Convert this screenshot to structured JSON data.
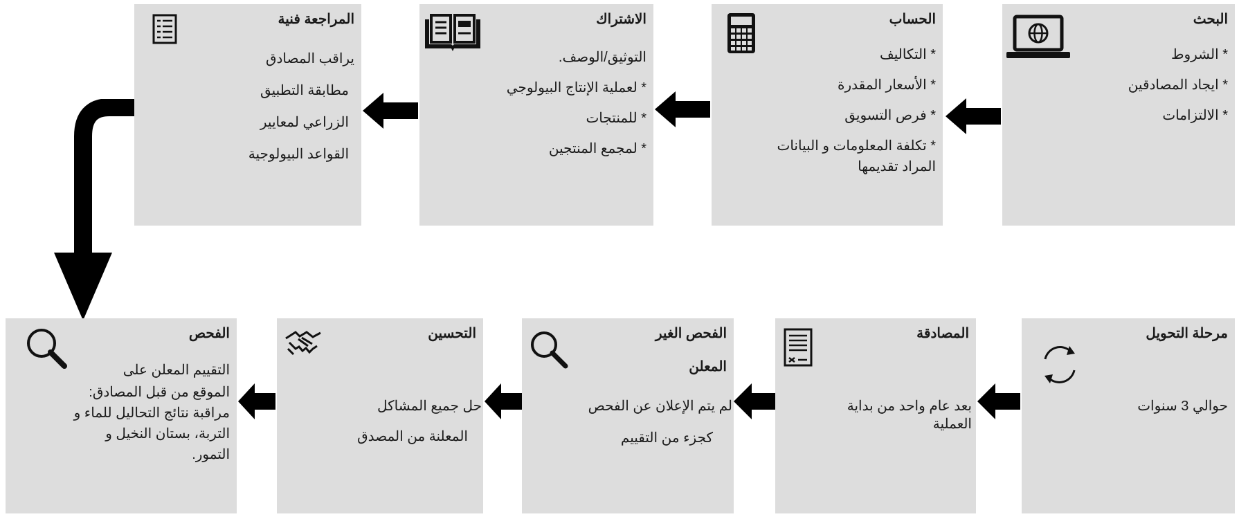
{
  "steps": {
    "search": {
      "title": "البحث",
      "lines": [
        "* الشروط",
        "* ايجاد المصادقين",
        "* الالتزامات"
      ],
      "icon": "laptop-globe-icon"
    },
    "calculation": {
      "title": "الحساب",
      "lines": [
        "* التكاليف",
        "* الأسعار المقدرة",
        "* فرص التسويق",
        "* تكلفة المعلومات و البيانات",
        "المراد تقديمها"
      ],
      "icon": "calculator-icon"
    },
    "subscription": {
      "title": "الاشتراك",
      "lines": [
        "التوثيق/الوصف.",
        "* لعملية الإنتاج البيولوجي",
        "* للمنتجات",
        "* لمجمع المنتجين"
      ],
      "icon": "open-book-icon"
    },
    "technical_review": {
      "title": "المراجعة فنية",
      "lines": [
        "يراقب المصادق",
        "مطابقة التطبيق",
        "الزراعي لمعايير",
        "القواعد البيولوجية"
      ],
      "icon": "checklist-icon"
    },
    "conversion": {
      "title": "مرحلة التحويل",
      "lines": [
        "حوالي 3 سنوات"
      ],
      "icon": "refresh-cycle-icon"
    },
    "certification": {
      "title": "المصادقة",
      "lines": [
        "بعد عام واحد من بداية",
        "العملية"
      ],
      "icon": "certificate-document-icon"
    },
    "unannounced_inspection": {
      "title": "الفحص الغير",
      "title2": "المعلن",
      "lines": [
        "لم يتم الإعلان عن الفحص",
        "كجزء من التقييم"
      ],
      "icon": "magnifier-icon"
    },
    "improvement": {
      "title": "التحسين",
      "lines": [
        "حل جميع المشاكل",
        "المعلنة من المصدق"
      ],
      "icon": "handshake-icon"
    },
    "inspection": {
      "title": "الفحص",
      "lines": [
        "التقييم المعلن على",
        "الموقع من قبل المصادق:",
        "مراقبة نتائج التحاليل للماء و",
        "التربة، بستان النخيل و",
        "التمور."
      ],
      "icon": "magnifier-icon"
    }
  }
}
